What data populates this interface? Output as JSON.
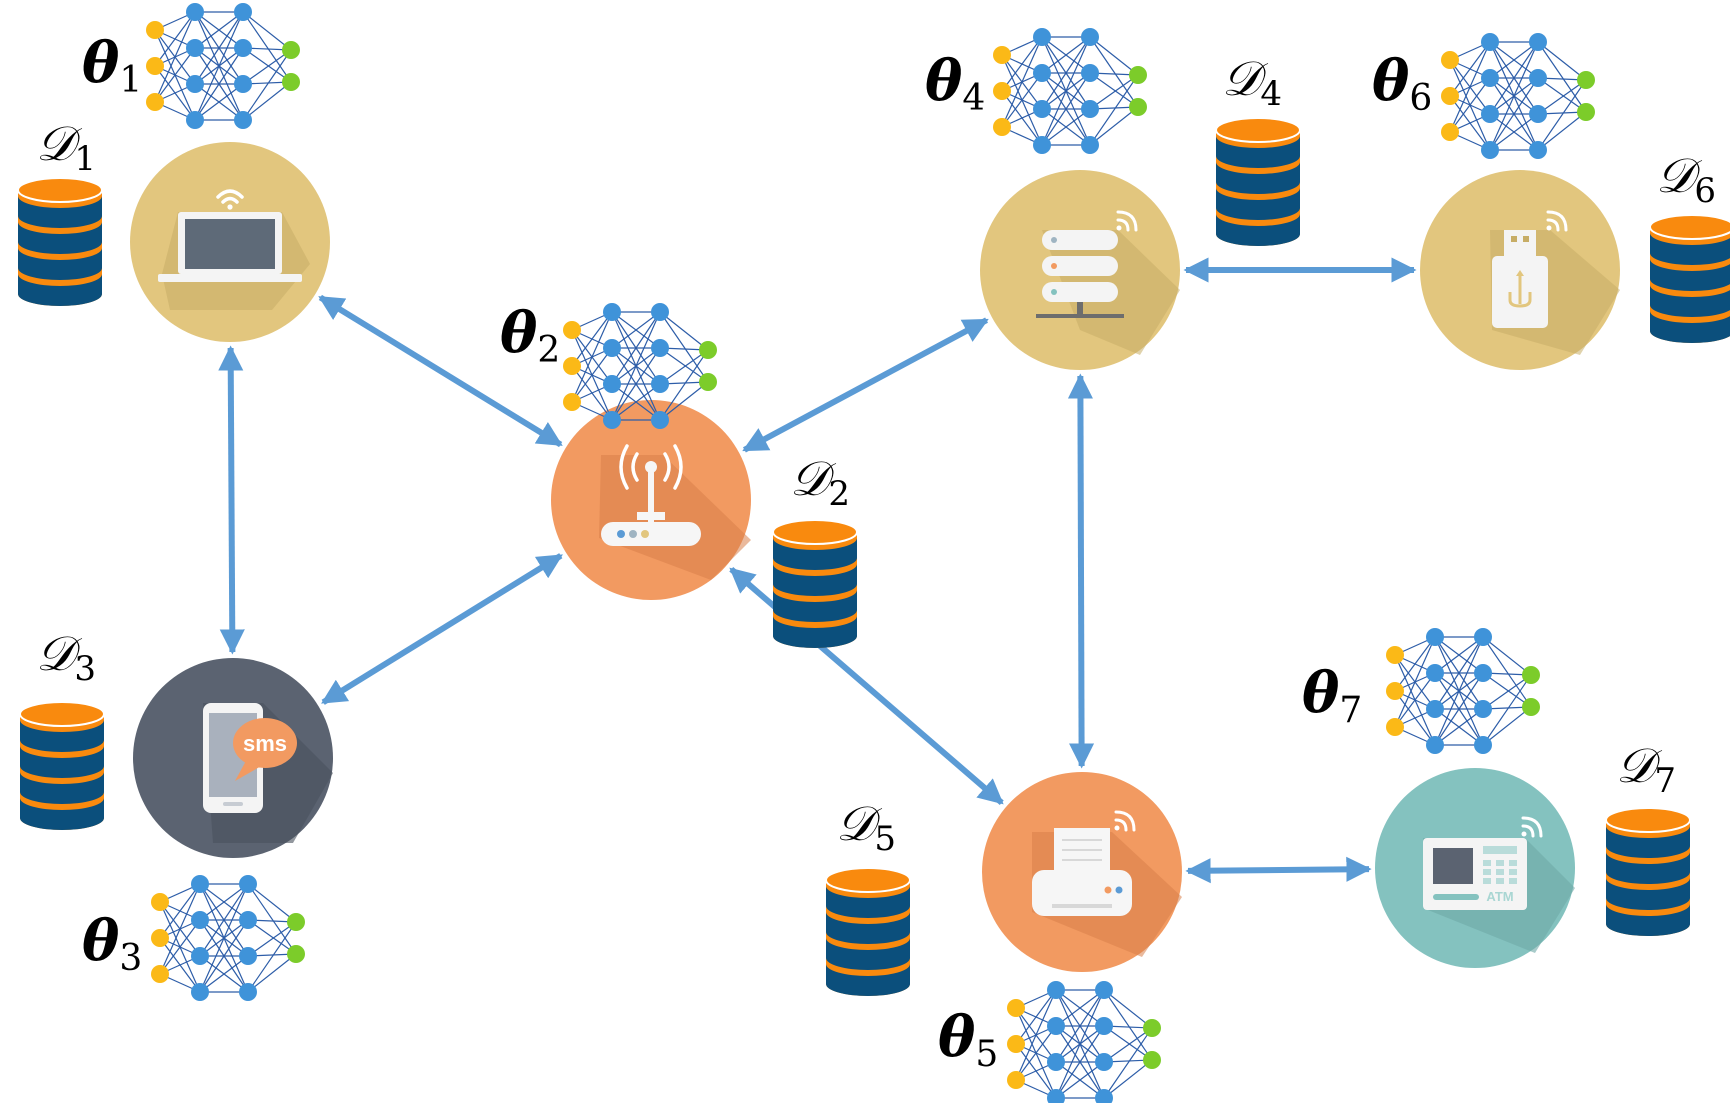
{
  "diagram": {
    "colors": {
      "edge": "#5b9bd5",
      "node_gold": "#e2c67e",
      "node_orange": "#f29a61",
      "node_slate": "#5b6371",
      "node_teal": "#84c2bf",
      "db_orange": "#f98a0e",
      "db_blue": "#0b4f7c",
      "nn_input": "#fbb917",
      "nn_hidden": "#3f93d9",
      "nn_output": "#7ccc2a",
      "nn_line": "#2d5da8"
    },
    "nodes": [
      {
        "id": "1",
        "device": "laptop",
        "icon": "laptop-icon",
        "color": "gold",
        "theta": {
          "symbol": "θ",
          "sub": "1"
        },
        "dataset": {
          "symbol": "𝒟",
          "sub": "1"
        }
      },
      {
        "id": "2",
        "device": "router",
        "icon": "router-icon",
        "color": "orange",
        "theta": {
          "symbol": "θ",
          "sub": "2"
        },
        "dataset": {
          "symbol": "𝒟",
          "sub": "2"
        }
      },
      {
        "id": "3",
        "device": "phone",
        "icon": "phone-icon",
        "color": "slate",
        "theta": {
          "symbol": "θ",
          "sub": "3"
        },
        "dataset": {
          "symbol": "𝒟",
          "sub": "3"
        },
        "badge": "sms"
      },
      {
        "id": "4",
        "device": "server",
        "icon": "server-icon",
        "color": "gold",
        "theta": {
          "symbol": "θ",
          "sub": "4"
        },
        "dataset": {
          "symbol": "𝒟",
          "sub": "4"
        }
      },
      {
        "id": "5",
        "device": "printer",
        "icon": "printer-icon",
        "color": "orange",
        "theta": {
          "symbol": "θ",
          "sub": "5"
        },
        "dataset": {
          "symbol": "𝒟",
          "sub": "5"
        }
      },
      {
        "id": "6",
        "device": "usb",
        "icon": "usb-icon",
        "color": "gold",
        "theta": {
          "symbol": "θ",
          "sub": "6"
        },
        "dataset": {
          "symbol": "𝒟",
          "sub": "6"
        }
      },
      {
        "id": "7",
        "device": "atm",
        "icon": "atm-icon",
        "color": "teal",
        "theta": {
          "symbol": "θ",
          "sub": "7"
        },
        "dataset": {
          "symbol": "𝒟",
          "sub": "7"
        },
        "badge": "ATM"
      }
    ],
    "edges": [
      {
        "from": "1",
        "to": "2"
      },
      {
        "from": "1",
        "to": "3"
      },
      {
        "from": "2",
        "to": "3"
      },
      {
        "from": "2",
        "to": "4"
      },
      {
        "from": "2",
        "to": "5"
      },
      {
        "from": "4",
        "to": "6"
      },
      {
        "from": "4",
        "to": "5"
      },
      {
        "from": "5",
        "to": "7"
      }
    ]
  }
}
